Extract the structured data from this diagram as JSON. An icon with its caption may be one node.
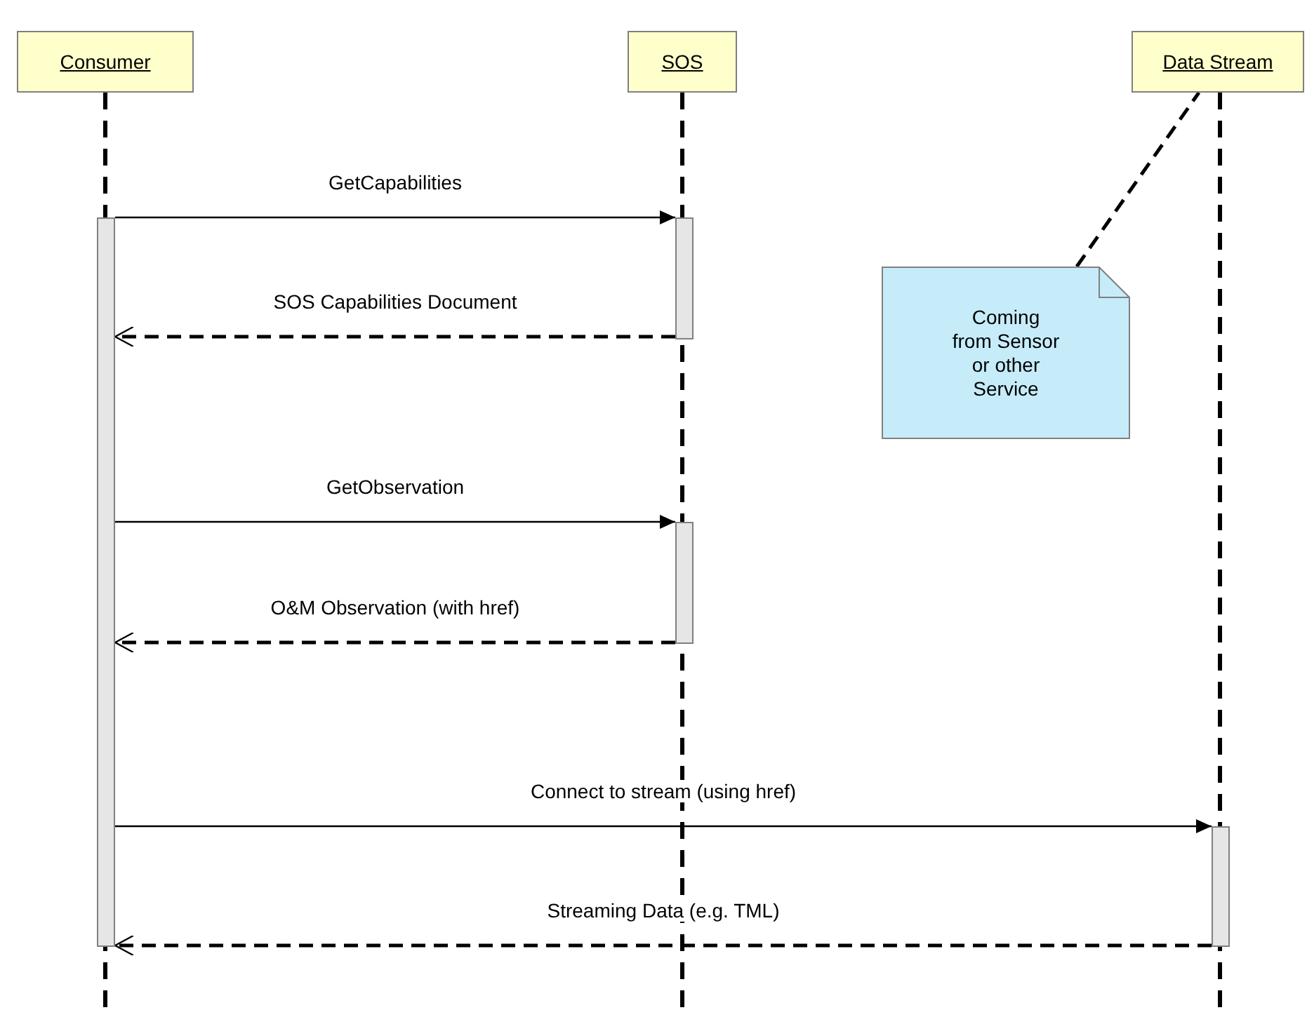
{
  "diagram": {
    "nodes": [
      {
        "text": [
          "Consumer"
        ]
      },
      {
        "text": [
          "SOS"
        ]
      },
      {
        "text": [
          "Data Stream"
        ]
      },
      {
        "text": [
          "Coming from Sensor or other Service"
        ]
      },
      {
        "text": [],
        "shape": "bar"
      },
      {
        "text": [],
        "shape": "bar"
      },
      {
        "text": [],
        "shape": "bar"
      },
      {
        "text": [],
        "shape": "bar"
      }
    ],
    "edges": [
      {
        "from": 4,
        "to": 5,
        "arrow": "to",
        "label": "GetCapabilities"
      },
      {
        "from": 5,
        "to": 4,
        "arrow": "to",
        "label": "SOS Capabilities Document",
        "style": "dashed"
      },
      {
        "from": 4,
        "to": 6,
        "arrow": "to",
        "label": "GetObservation"
      },
      {
        "from": 6,
        "to": 4,
        "arrow": "to",
        "label": "O&M Observation (with href)",
        "style": "dashed"
      },
      {
        "from": 4,
        "to": 7,
        "arrow": "to",
        "label": "Connect to stream (using href)"
      },
      {
        "from": 7,
        "to": 4,
        "arrow": "to",
        "label": "Streaming Data (e.g. TML)",
        "style": "dashed"
      },
      {
        "from": 3,
        "to": 2,
        "arrow": "none",
        "style": "dashed"
      }
    ]
  }
}
